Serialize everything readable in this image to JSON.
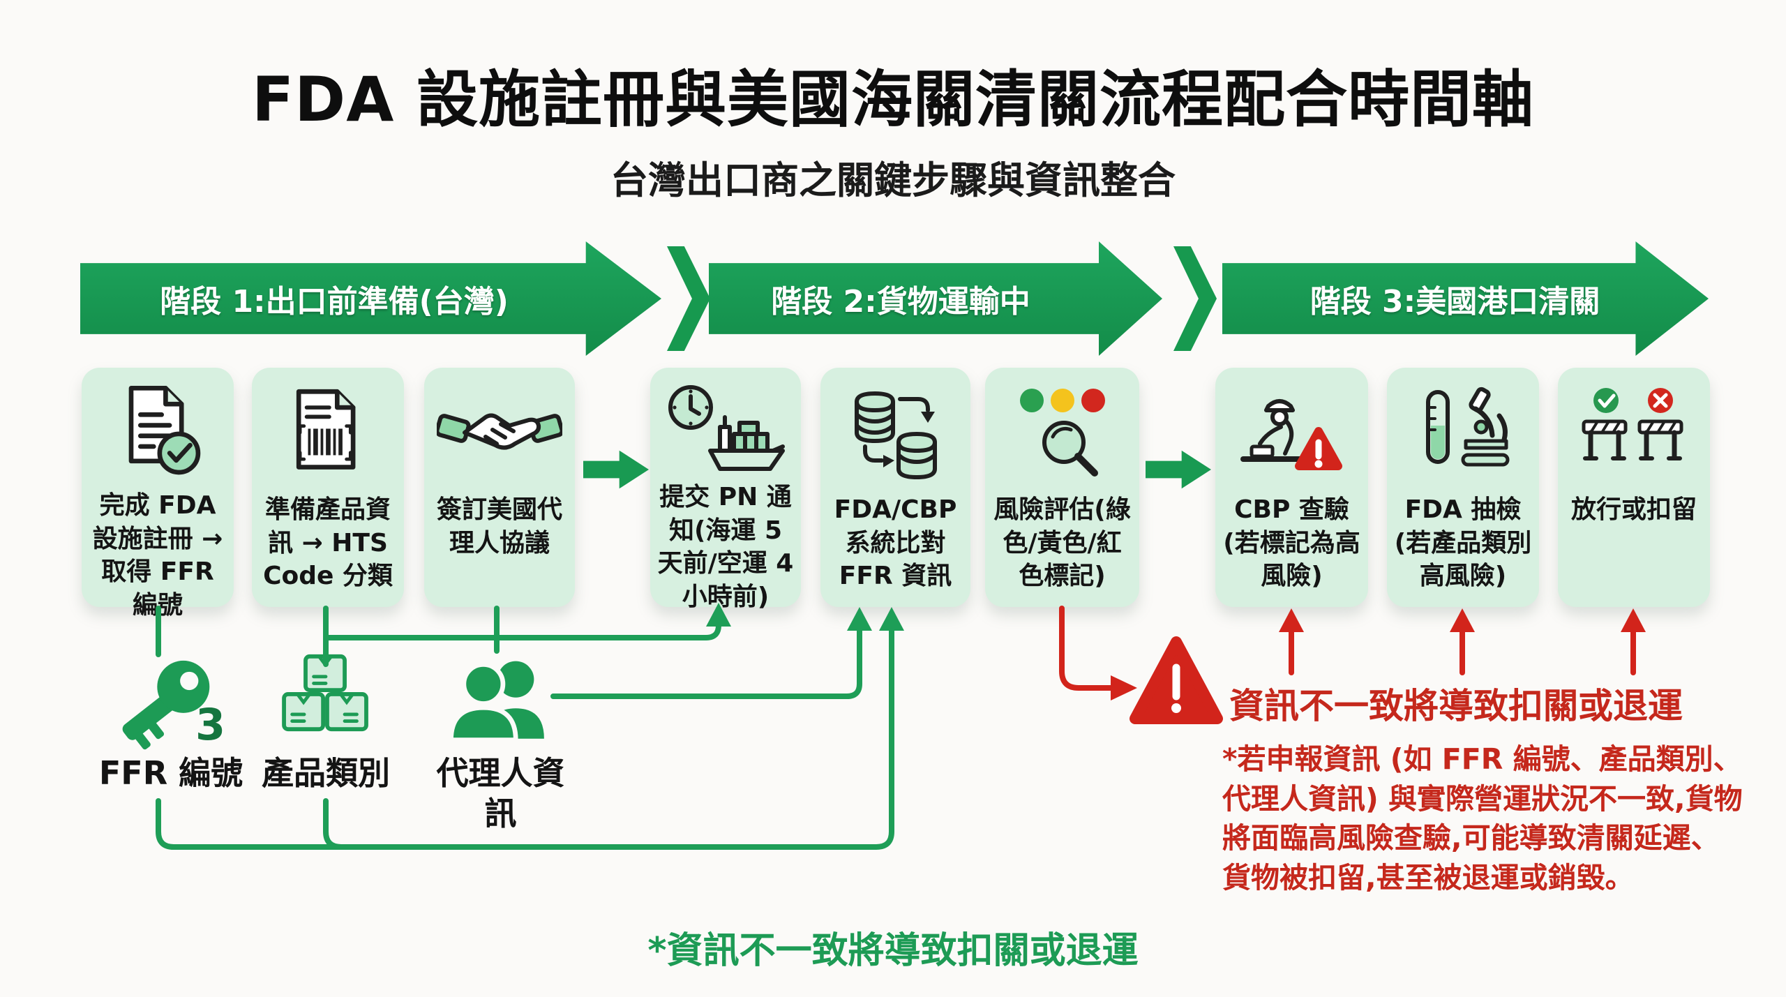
{
  "page": {
    "title": "FDA 設施註冊與美國海關清關流程配合時間軸",
    "subtitle": "台灣出口商之關鍵步驟與資訊整合",
    "footnote": "*資訊不一致將導致扣關或退運"
  },
  "colors": {
    "banner_green": "#18994f",
    "line_green": "#1e9e57",
    "card_bg": "#d7f0e0",
    "icon_green_light": "#9ddcb6",
    "red": "#d2241b",
    "red_text": "#c5281c",
    "yellow": "#f4c31d",
    "black": "#161616"
  },
  "stages": [
    {
      "label": "階段 1:出口前準備(台灣)"
    },
    {
      "label": "階段 2:貨物運輸中"
    },
    {
      "label": "階段 3:美國港口清關"
    }
  ],
  "cards": [
    {
      "icon": "document-check-icon",
      "text": "完成 FDA 設施註冊 → 取得 FFR 編號"
    },
    {
      "icon": "barcode-document-icon",
      "text": "準備產品資訊 → HTS Code 分類"
    },
    {
      "icon": "handshake-icon",
      "text": "簽訂美國代理人協議"
    },
    {
      "icon": "clock-ship-icon",
      "text": "提交 PN 通知(海運 5 天前/空運 4 小時前)"
    },
    {
      "icon": "database-sync-icon",
      "text": "FDA/CBP 系統比對 FFR 資訊"
    },
    {
      "icon": "risk-lights-magnifier-icon",
      "text": "風險評估(綠色/黃色/紅色標記)"
    },
    {
      "icon": "customs-officer-alert-icon",
      "text": "CBP 查驗(若標記為高風險)"
    },
    {
      "icon": "test-tube-microscope-icon",
      "text": "FDA 抽檢(若產品類別高風險)"
    },
    {
      "icon": "release-or-hold-icon",
      "text": "放行或扣留"
    }
  ],
  "key_items": [
    {
      "icon": "key-icon",
      "badge": "3",
      "label": "FFR 編號"
    },
    {
      "icon": "boxes-icon",
      "label": "產品類別"
    },
    {
      "icon": "people-icon",
      "label": "代理人資訊"
    }
  ],
  "warning": {
    "headline": "資訊不一致將導致扣關或退運",
    "body_lines": [
      "*若申報資訊 (如 FFR 編號、產品類別、",
      "代理人資訊) 與實際營運狀況不一致,貨物",
      "將面臨高風險查驗,可能導致清關延遲、",
      "貨物被扣留,甚至被退運或銷毀。"
    ]
  }
}
